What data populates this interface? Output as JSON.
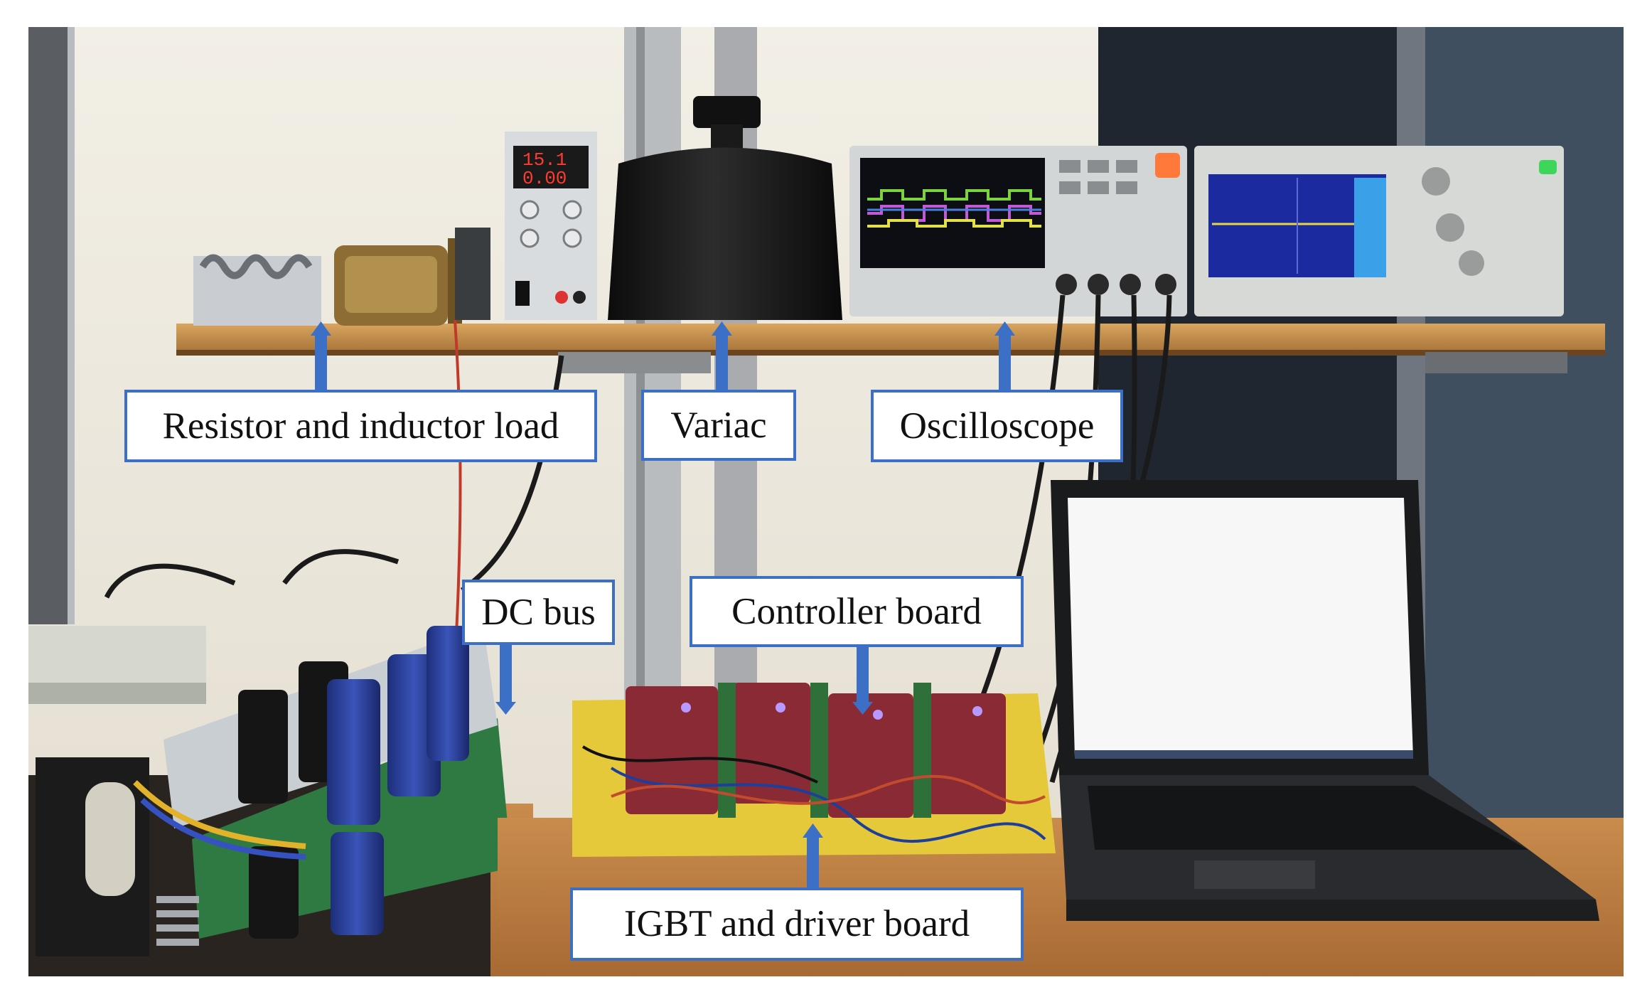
{
  "figure": {
    "labels": {
      "resistor_inductor_load": "Resistor and inductor load",
      "variac": "Variac",
      "oscilloscope": "Oscilloscope",
      "dc_bus": "DC bus",
      "controller_board": "Controller board",
      "igbt_driver_board": "IGBT and driver board"
    },
    "instruments": {
      "power_supply_voltage": "15.1",
      "power_supply_current": "0.00"
    }
  },
  "colors": {
    "arrow": "#3c6fc6",
    "label_border": "#3c6fc6",
    "label_background": "#ffffff"
  }
}
